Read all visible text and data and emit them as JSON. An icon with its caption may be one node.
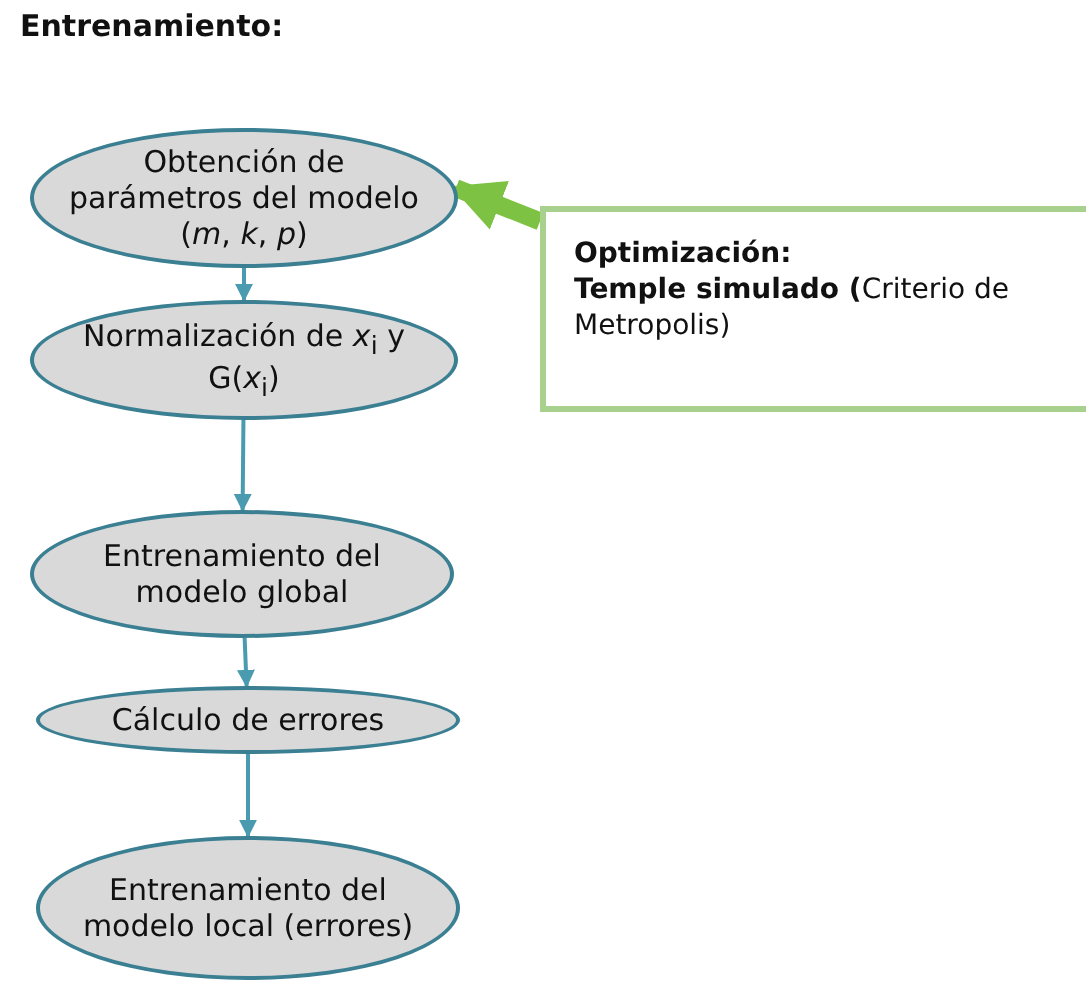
{
  "diagram": {
    "title": "Entrenamiento:",
    "nodes": [
      {
        "text": [
          "Obtención de parámetros del modelo (*m*, *k*, *p*)"
        ]
      },
      {
        "text": [
          "Normalización de *x*$_{i}$ y G(*x*$_{i}$)"
        ]
      },
      {
        "text": [
          "Entrenamiento del modelo global"
        ]
      },
      {
        "text": [
          "Cálculo de errores"
        ]
      },
      {
        "text": [
          "Entrenamiento del modelo local (errores)"
        ]
      },
      {
        "text": [
          "Optimización:",
          "**Temple simulado (**Criterio de Metropolis)"
        ]
      }
    ],
    "edges": [
      {
        "from": 0,
        "to": 1,
        "arrow": "to"
      },
      {
        "from": 1,
        "to": 2,
        "arrow": "to"
      },
      {
        "from": 2,
        "to": 3,
        "arrow": "to"
      },
      {
        "from": 3,
        "to": 4,
        "arrow": "to"
      },
      {
        "from": 5,
        "to": 0,
        "arrow": "to",
        "style": "thick",
        "color": "#7dc242"
      }
    ]
  }
}
